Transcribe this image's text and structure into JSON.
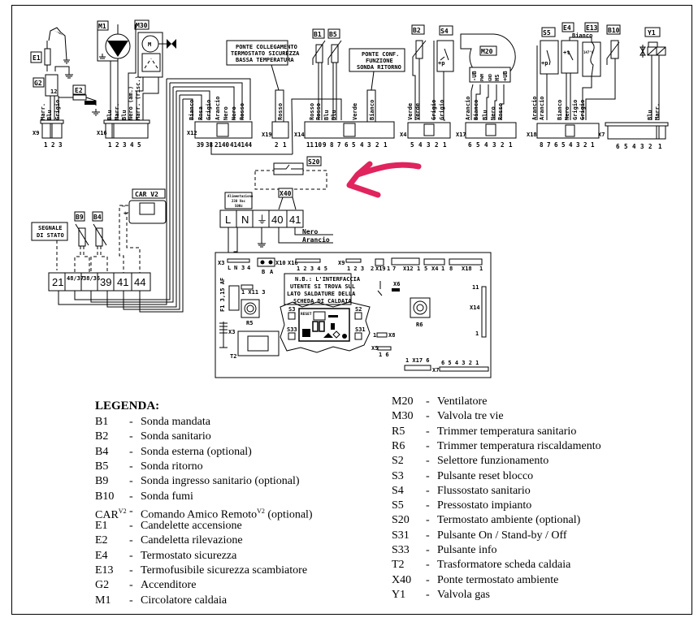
{
  "diagram": {
    "components": {
      "E1": "E1",
      "G2": "G2",
      "E2": "E2",
      "M1": "M1",
      "M30": "M30",
      "B1": "B1",
      "B5": "B5",
      "B2": "B2",
      "S4": "S4",
      "M20": "M20",
      "S5": "S5",
      "E4": "E4",
      "E13": "E13",
      "B10": "B10",
      "Y1": "Y1",
      "S20": "S20",
      "X40": "X40",
      "B9": "B9",
      "B4": "B4",
      "CAR": "CAR V2",
      "G2_pins": "12",
      "M30_motor": "M",
      "E4_symbol": "+t",
      "S5_symbol": "+p",
      "S4_symbol": "+p",
      "E13_temp": "147°C"
    },
    "notes": {
      "x19_note": [
        "PONTE COLLEGAMENTO",
        "TERMOSTATO SICUREZZA",
        "BASSA TEMPERATURA"
      ],
      "x14_note": [
        "PONTE CONF.",
        "FUNZIONE",
        "SONDA RITORNO"
      ],
      "segnale": [
        "SEGNALE",
        "DI STATO"
      ],
      "alim": [
        "Alimentazione",
        "230 Vac",
        "50Hz"
      ],
      "pcb_note": [
        "N.B.: L'INTERFACCIA",
        "UTENTE SI TROVA SUL",
        "LATO SALDATURE DELLA",
        "SCHEDA DI CALDAIA"
      ]
    },
    "connectors": {
      "X9": {
        "name": "X9",
        "pins": [
          "1",
          "2",
          "3"
        ],
        "wires": [
          "Marr.",
          "Blu",
          "Grigio"
        ]
      },
      "X16": {
        "name": "X16",
        "pins": [
          "1",
          "2",
          "3",
          "4",
          "5"
        ],
        "wires": [
          "Blu",
          "Marr.",
          "Blu",
          "Nero (am.)",
          "Marr. (risc.)"
        ]
      },
      "X12": {
        "name": "X12",
        "pins": [
          "39",
          "38",
          "21",
          "40",
          "41",
          "41",
          "44"
        ],
        "wires": [
          "Bianco",
          "Rosa",
          "Grigio",
          "Arancio",
          "Nero",
          "Nero",
          "Rosso"
        ]
      },
      "X19": {
        "name": "X19",
        "pins": [
          "2",
          "1"
        ],
        "wires": [
          "Rosso"
        ]
      },
      "X14": {
        "name": "X14",
        "pins": [
          "11",
          "10",
          "9",
          "8",
          "7",
          "6",
          "5",
          "4",
          "3",
          "2",
          "1"
        ],
        "wires": [
          "Rosso",
          "Rosso",
          "Blu",
          "Blu",
          "Verde",
          "Bianco"
        ]
      },
      "X4": {
        "name": "X4",
        "pins": [
          "5",
          "4",
          "3",
          "2",
          "1"
        ],
        "wires": [
          "Verde",
          "Verde",
          "Grigio",
          "Grigio"
        ]
      },
      "X17": {
        "name": "X17",
        "pins": [
          "6",
          "5",
          "4",
          "3",
          "2",
          "1"
        ],
        "wires": [
          "Arancio",
          "Bianco",
          "Blu",
          "Nero",
          "Rosso"
        ]
      },
      "M20_pins": [
        "-UB",
        "PWM",
        "GND",
        "HS",
        "+UB"
      ],
      "X18": {
        "name": "X18",
        "pins": [
          "8",
          "7",
          "6",
          "5",
          "4",
          "3",
          "2",
          "1"
        ],
        "wires": [
          "Arancio",
          "Arancio",
          "Bianco",
          "Nero",
          "Grigio",
          "Grigio"
        ],
        "top_wire": "Bianco"
      },
      "X7": {
        "name": "X7",
        "pins": [
          "6",
          "5",
          "4",
          "3",
          "2",
          "1"
        ],
        "wires": [
          "Blu",
          "Marr."
        ]
      }
    },
    "terminal_block": [
      "L",
      "N",
      "⏚",
      "40",
      "41"
    ],
    "terminal_wires": [
      "Nero",
      "Arancio"
    ],
    "remote_block": [
      "21",
      "48/37",
      "38/36",
      "39",
      "41",
      "44"
    ],
    "remote_polarity": [
      "−",
      "+"
    ],
    "pcb": {
      "labels": {
        "X3": "X3",
        "L": "L",
        "N": "N",
        "p3": "3",
        "p4": "4",
        "X10": "X10",
        "B": "B",
        "A": "A",
        "X16": "X16",
        "X16_pins": "1 2 3 4 5",
        "X9": "X9",
        "X9_pins": "1 2 3",
        "X19": "X19",
        "X19_l": "2",
        "X19_r": "1",
        "X12": "X12",
        "X12_l": "7",
        "X12_r": "1",
        "X4": "X4",
        "X4_l": "5",
        "X4_r": "1",
        "X18": "X18",
        "X18_l": "8",
        "X18_r": "1",
        "X11": "1 X11 3",
        "fuse": "F1 3,15 AF",
        "R5": "R5",
        "R6": "R6",
        "T2": "T2",
        "X3b": "X3",
        "S3": "S3",
        "S2": "S2",
        "S33": "S33",
        "S31": "S31",
        "reset": "RESET",
        "X6": "X6",
        "X8": "X8",
        "X8_1": "1",
        "X5": "X5",
        "X5_pins": "1   6",
        "X14": "X14",
        "X14_top": "11",
        "X14_bot": "1",
        "X17": "1  X17  6",
        "X7": "X7",
        "X7_pins": "6 5 4 3 2 1"
      }
    }
  },
  "legend": {
    "title": "LEGENDA:",
    "left": [
      {
        "code": "B1",
        "desc": "Sonda mandata"
      },
      {
        "code": "B2",
        "desc": "Sonda sanitario"
      },
      {
        "code": "B4",
        "desc": "Sonda esterna (optional)"
      },
      {
        "code": "B5",
        "desc": "Sonda ritorno"
      },
      {
        "code": "B9",
        "desc": "Sonda ingresso sanitario (optional)"
      },
      {
        "code": "B10",
        "desc": "Sonda fumi"
      },
      {
        "code": "CAR",
        "sup": "V2",
        "desc": "Comando Amico Remoto",
        "desc_sup": "V2",
        "desc_tail": " (optional)"
      },
      {
        "code": "E1",
        "desc": "Candelette accensione"
      },
      {
        "code": "E2",
        "desc": "Candeletta rilevazione"
      },
      {
        "code": "E4",
        "desc": "Termostato sicurezza"
      },
      {
        "code": "E13",
        "desc": "Termofusibile sicurezza scambiatore"
      },
      {
        "code": "G2",
        "desc": "Accenditore"
      },
      {
        "code": "M1",
        "desc": "Circolatore caldaia"
      }
    ],
    "right": [
      {
        "code": "M20",
        "desc": "Ventilatore"
      },
      {
        "code": "M30",
        "desc": "Valvola tre vie"
      },
      {
        "code": "R5",
        "desc": "Trimmer temperatura sanitario"
      },
      {
        "code": "R6",
        "desc": "Trimmer temperatura riscaldamento"
      },
      {
        "code": "S2",
        "desc": "Selettore funzionamento"
      },
      {
        "code": "S3",
        "desc": "Pulsante reset blocco"
      },
      {
        "code": "S4",
        "desc": "Flussostato sanitario"
      },
      {
        "code": "S5",
        "desc": "Pressostato impianto"
      },
      {
        "code": "S20",
        "desc": "Termostato ambiente (optional)"
      },
      {
        "code": "S31",
        "desc": "Pulsante On / Stand-by / Off"
      },
      {
        "code": "S33",
        "desc": "Pulsante info"
      },
      {
        "code": "T2",
        "desc": "Trasformatore scheda caldaia"
      },
      {
        "code": "X40",
        "desc": "Ponte termostato ambiente"
      },
      {
        "code": "Y1",
        "desc": "Valvola gas"
      }
    ],
    "dash": "-"
  },
  "annotation": {
    "arrow_color": "#e0245e"
  }
}
